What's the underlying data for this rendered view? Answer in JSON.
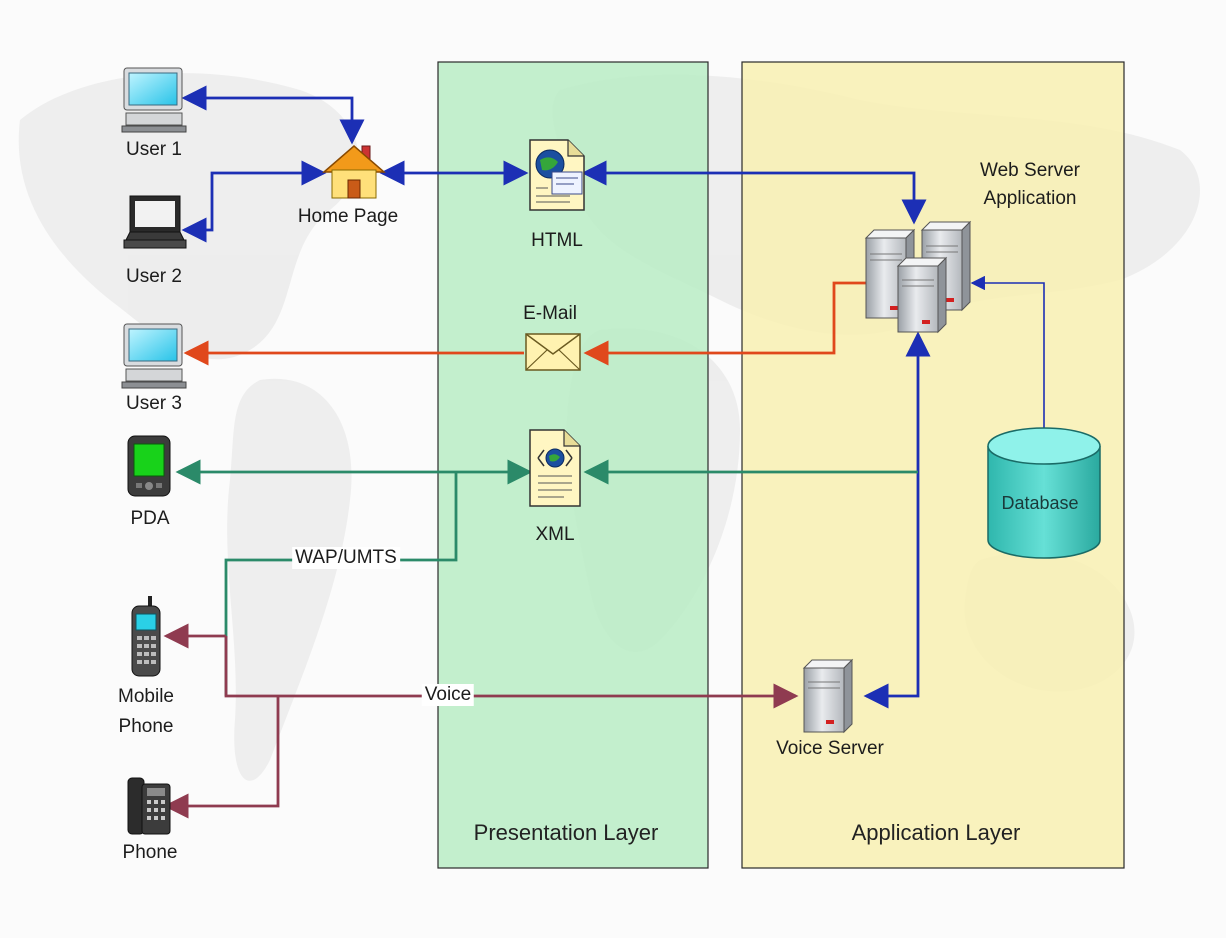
{
  "layers": {
    "presentation": "Presentation Layer",
    "application": "Application Layer"
  },
  "nodes": {
    "user1": "User 1",
    "user2": "User 2",
    "user3": "User 3",
    "pda": "PDA",
    "mobile_line1": "Mobile",
    "mobile_line2": "Phone",
    "phone": "Phone",
    "home_page": "Home Page",
    "html": "HTML",
    "email": "E-Mail",
    "xml": "XML",
    "web_server_line1": "Web Server",
    "web_server_line2": "Application",
    "database": "Database",
    "voice_server": "Voice Server"
  },
  "connection_labels": {
    "wap": "WAP/UMTS",
    "voice": "Voice"
  },
  "colors": {
    "http_link": "#1c2fb5",
    "email_link": "#e0481c",
    "wap_link": "#2b8a69",
    "voice_link": "#8f3b50",
    "presentation_fill": "#b8ecc4",
    "application_fill": "#f8f0b4"
  },
  "icons": [
    "desktop-computer-icon",
    "laptop-icon",
    "house-icon",
    "html-document-icon",
    "envelope-icon",
    "xml-document-icon",
    "server-cluster-icon",
    "database-cylinder-icon",
    "pda-icon",
    "mobile-phone-icon",
    "desk-phone-icon",
    "server-icon"
  ]
}
